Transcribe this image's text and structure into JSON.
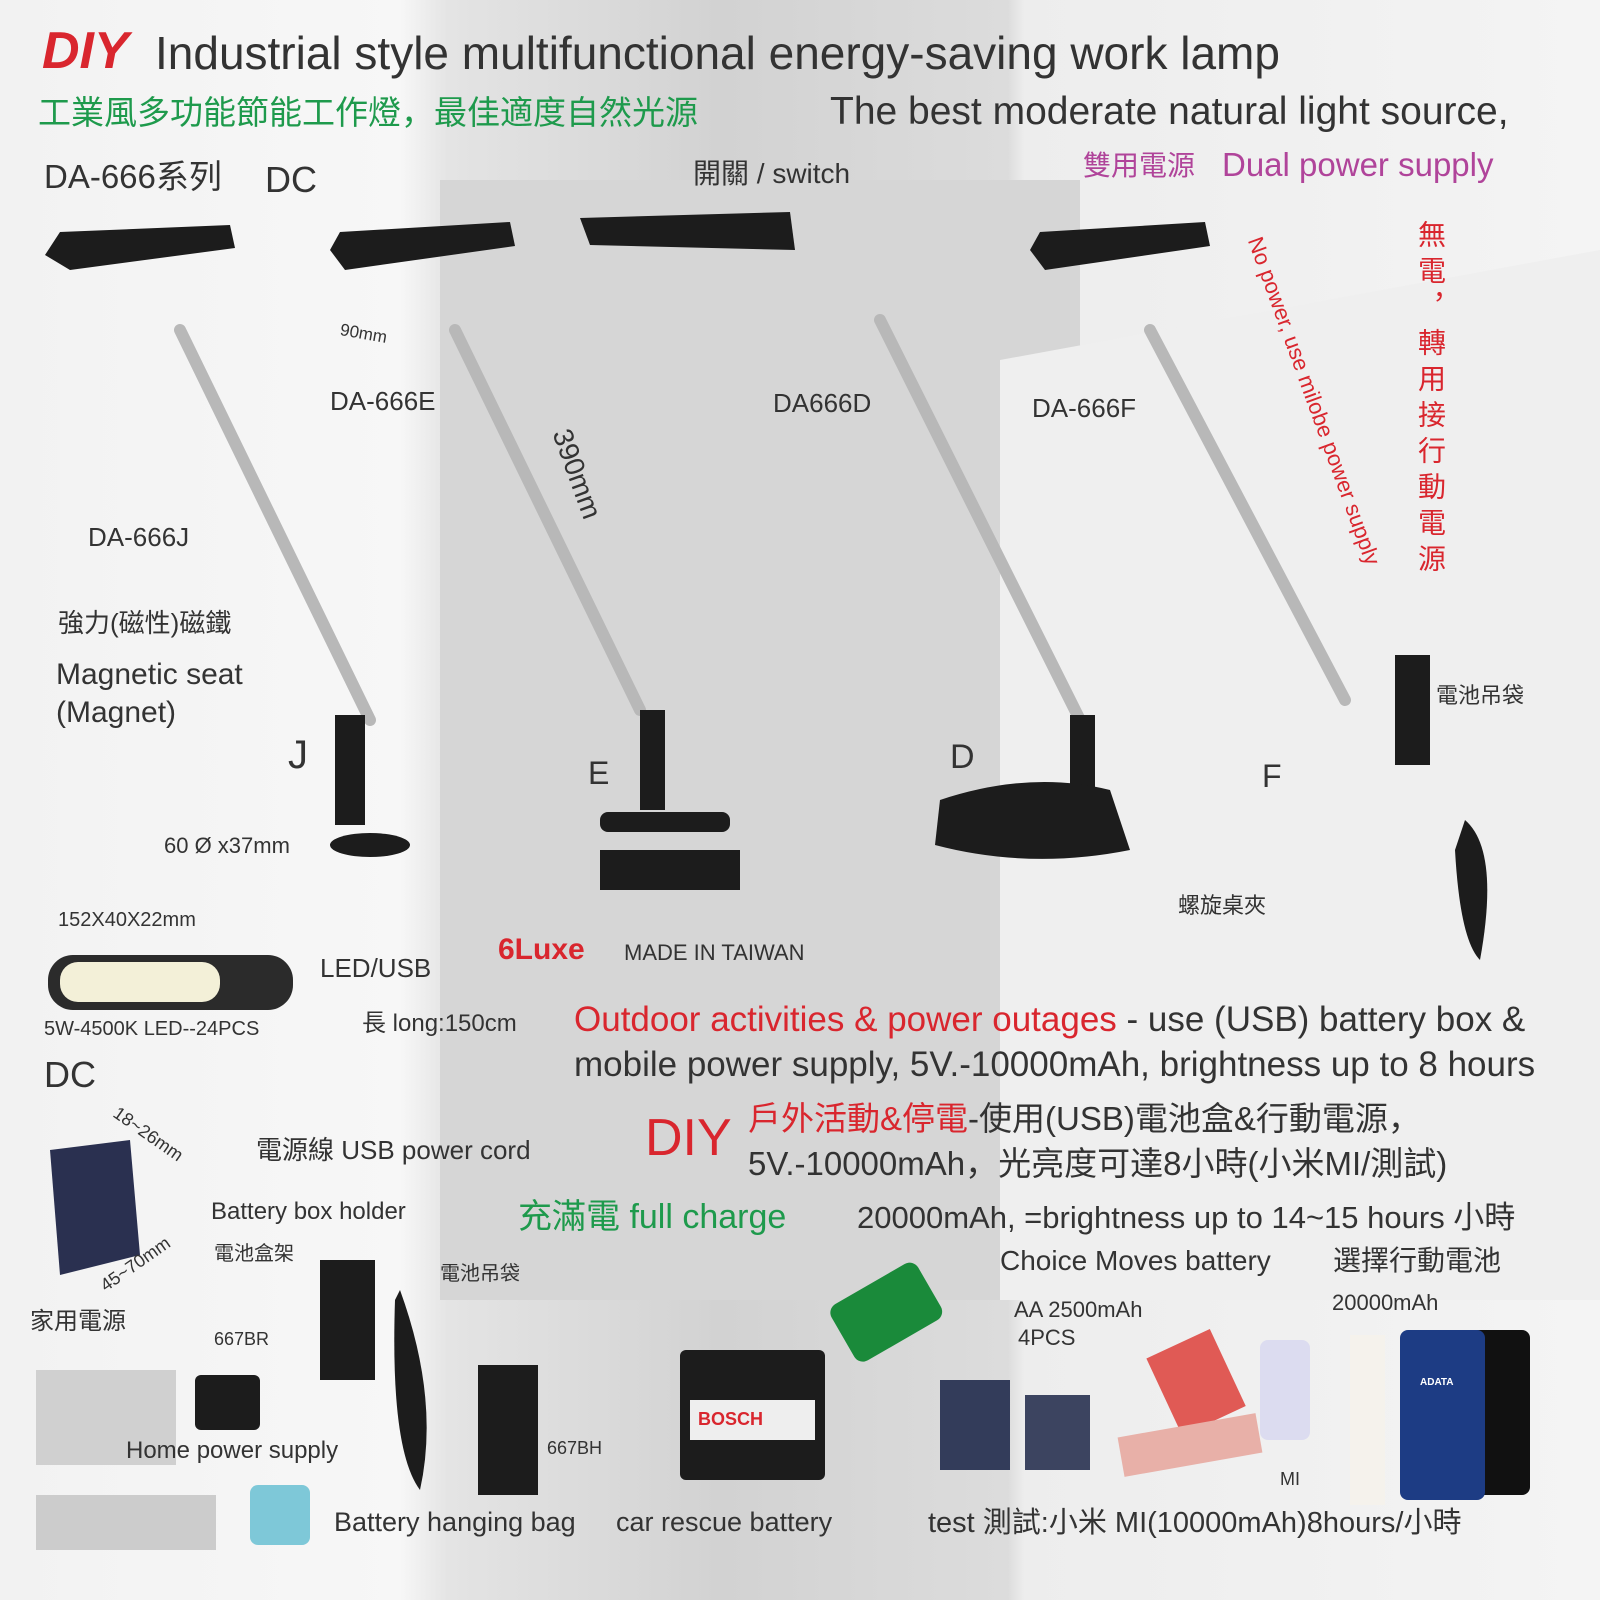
{
  "header": {
    "diy": "DIY",
    "title": "Industrial style multifunctional energy-saving work lamp",
    "subtitle_zh": "工業風多功能節能工作燈，最佳適度自然光源",
    "subtitle_en": "The best moderate natural light source,",
    "series": "DA-666系列",
    "series_dc": "DC",
    "dual_zh": "雙用電源",
    "dual_en": "Dual power supply"
  },
  "lamps": {
    "switch": "開關 / switch",
    "dim_90": "90mm",
    "dim_390": "390mm",
    "e": "DA-666E",
    "d": "DA666D",
    "f": "DA-666F",
    "j": "DA-666J",
    "letter_j": "J",
    "letter_e": "E",
    "letter_d": "D",
    "letter_f": "F",
    "no_power": "No power, use milobe power supply",
    "no_power_zh": "無電，轉用接行動電源",
    "battery_bag": "電池吊袋",
    "clamp": "螺旋桌夾"
  },
  "magnet": {
    "zh": "強力(磁性)磁鐵",
    "en1": "Magnetic seat",
    "en2": "(Magnet)",
    "size": "60 Ø x37mm"
  },
  "led": {
    "size": "152X40X22mm",
    "label": "LED/USB",
    "spec": "5W-4500K  LED--24PCS",
    "brand": "6Luxe",
    "made": "MADE IN TAIWAN"
  },
  "cord": {
    "length": "長 long:150cm",
    "label": "電源線 USB power cord"
  },
  "outdoor": {
    "red": "Outdoor activities & power outages",
    "rest": " - use (USB) battery box &",
    "line2": "mobile power supply, 5V.-10000mAh, brightness up to 8 hours",
    "diy": "DIY",
    "zh_red": "戶外活動&停電",
    "zh_rest": "-使用(USB)電池盒&行動電源，",
    "zh_line2": "5V.-10000mAh，光亮度可達8小時(小米MI/測試)",
    "full_charge": "充滿電 full charge",
    "full_text": "20000mAh, =brightness up to 14~15 hours 小時"
  },
  "holder": {
    "dc": "DC",
    "dim1": "18~26mm",
    "dim2": "45~70mm",
    "en": "Battery box holder",
    "zh": "電池盒架",
    "code": "667BR"
  },
  "bottom": {
    "home_zh": "家用電源",
    "home_en": "Home power supply",
    "bag_zh": "電池吊袋",
    "bag_code": "667BH",
    "bag_en": "Battery hanging bag",
    "car": "car rescue battery",
    "choice_en": "Choice Moves battery",
    "choice_zh": "選擇行動電池",
    "aa": "AA 2500mAh",
    "aa_pcs": "4PCS",
    "mah20": "20000mAh",
    "mi": "MI",
    "test": "test 測試:小米 MI(10000mAh)8hours/小時",
    "bosch": "BOSCH",
    "adata": "ADATA"
  }
}
